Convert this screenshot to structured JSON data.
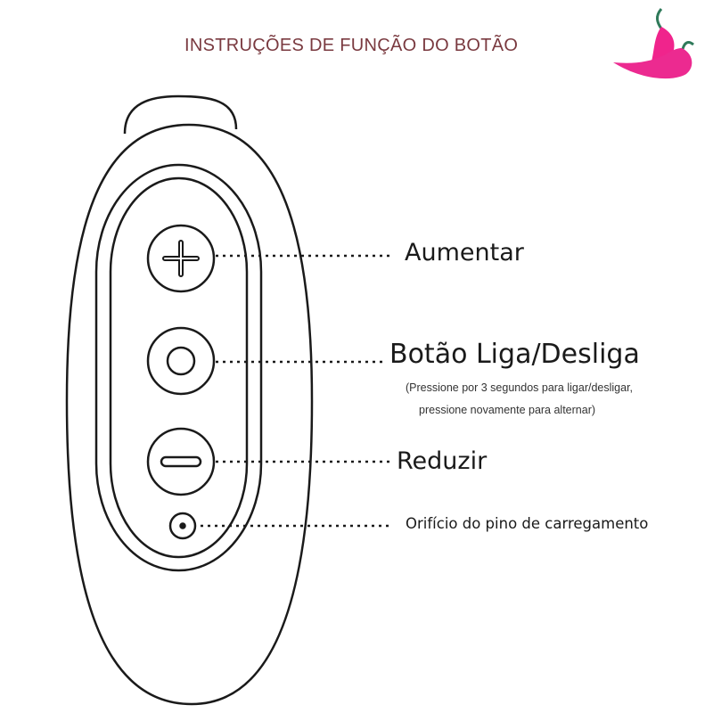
{
  "title": "INSTRUÇÕES DE FUNÇÃO DO BOTÃO",
  "brand_color": "#f0248c",
  "labels": {
    "increase": "Aumentar",
    "power": "Botão Liga/Desliga",
    "power_note_line1": "(Pressione por 3 segundos para ligar/desligar,",
    "power_note_line2": "pressione novamente para alternar)",
    "decrease": "Reduzir",
    "charging_port": "Orifício do pino de carregamento"
  }
}
